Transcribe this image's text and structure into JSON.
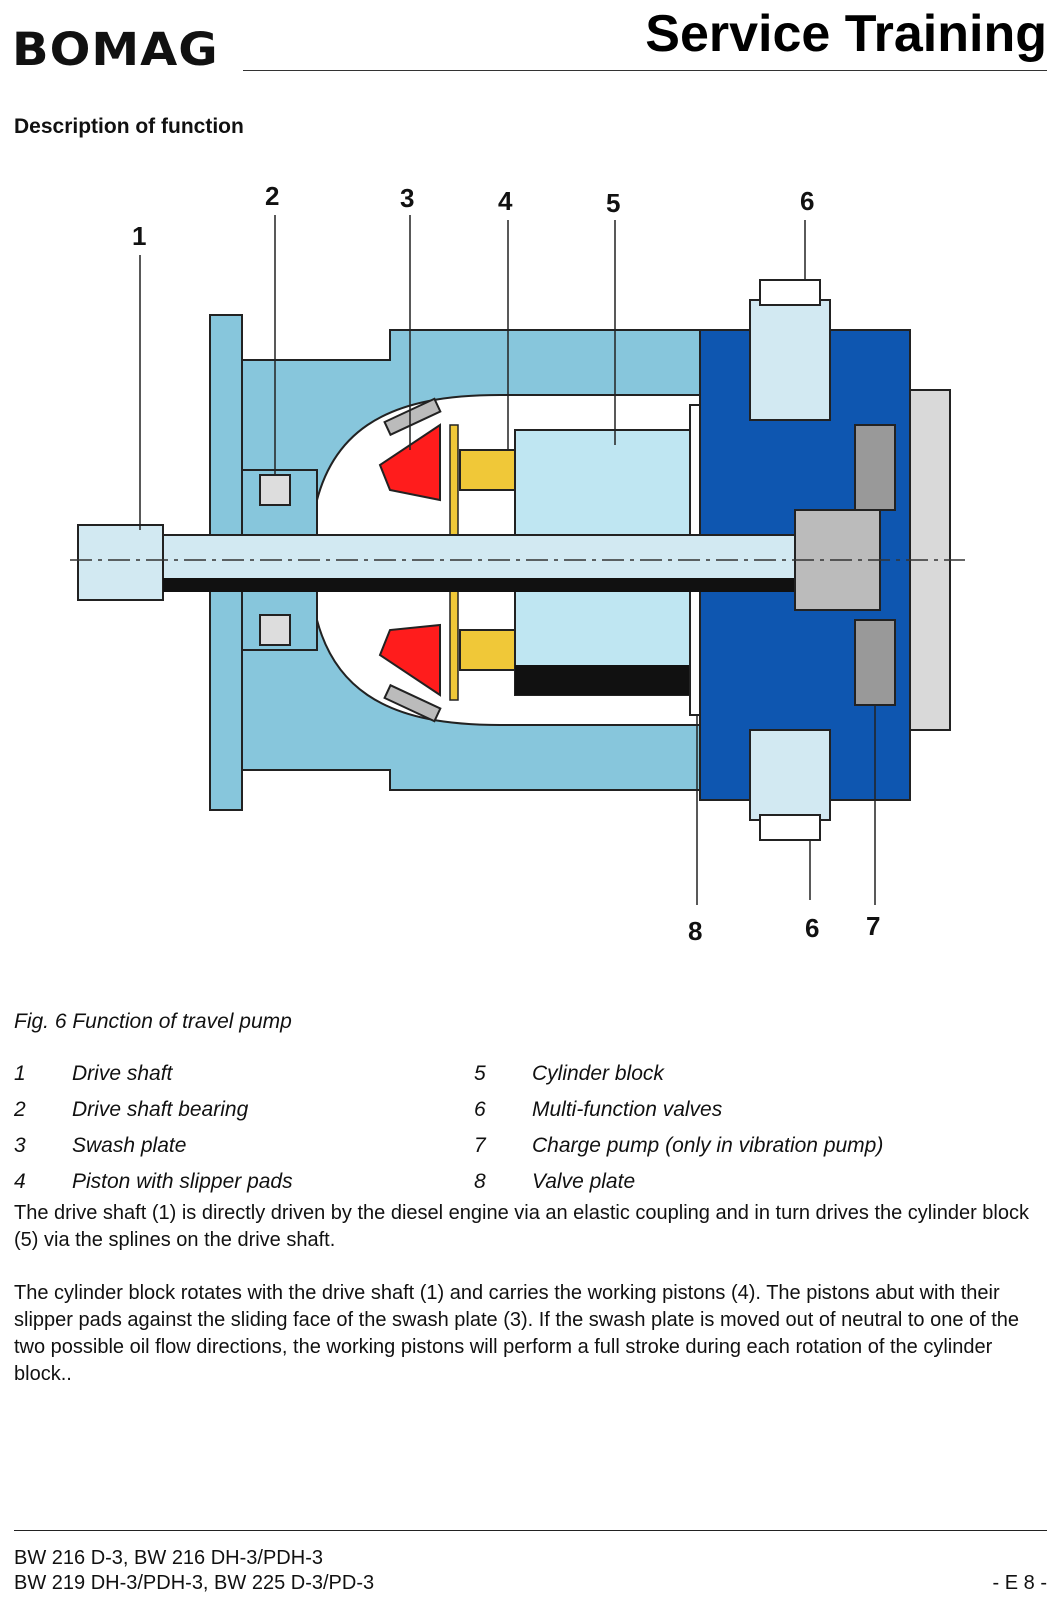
{
  "header": {
    "logo_text": "BOMAG",
    "title": "Service Training"
  },
  "section_title": "Description of function",
  "figure": {
    "callouts": [
      "1",
      "2",
      "3",
      "4",
      "5",
      "6",
      "7",
      "8",
      "6"
    ],
    "colors": {
      "housing": "#87c6dc",
      "end_cover": "#0e56b0",
      "swash_plate": "#ff1c1c",
      "cylinder": "#bfe6f2",
      "shaft": "#d2e9f2",
      "slipper": "#f0c838"
    }
  },
  "caption": "Fig. 6 Function of travel pump",
  "legend": [
    {
      "num": "1",
      "label": "Drive shaft"
    },
    {
      "num": "2",
      "label": "Drive shaft bearing"
    },
    {
      "num": "3",
      "label": "Swash plate"
    },
    {
      "num": "4",
      "label": "Piston with slipper pads"
    },
    {
      "num": "5",
      "label": "Cylinder block"
    },
    {
      "num": "6",
      "label": "Multi-function valves"
    },
    {
      "num": "7",
      "label": "Charge pump (only in vibration pump)"
    },
    {
      "num": "8",
      "label": "Valve plate"
    }
  ],
  "paragraphs": [
    "The drive shaft (1) is directly driven by the diesel engine via an elastic coupling and in turn drives the cylinder block (5) via the splines on the drive shaft.",
    "The cylinder block rotates with the drive shaft (1) and carries the working pistons (4). The pistons abut with their slipper pads against the sliding face of the swash plate (3). If the swash plate is moved out of neutral to one of the two possible oil flow directions, the working pistons will perform a full stroke during each rotation of the cylinder block.."
  ],
  "footer": {
    "line1": "BW 216 D-3, BW 216 DH-3/PDH-3",
    "line2": "BW 219 DH-3/PDH-3, BW 225 D-3/PD-3",
    "page": "- E 8 -"
  }
}
